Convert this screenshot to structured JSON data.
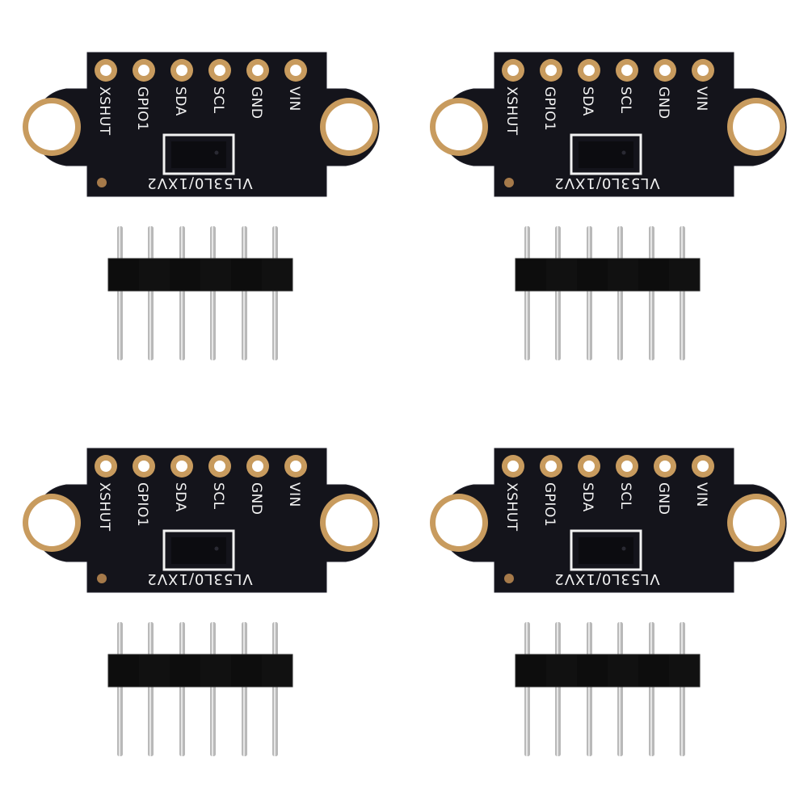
{
  "product_photo": {
    "kits": [
      {
        "pins": [
          "XSHUT",
          "GPIO1",
          "SDA",
          "SCL",
          "GND",
          "VIN"
        ],
        "part": "VL53L0/1XV2"
      },
      {
        "pins": [
          "XSHUT",
          "GPIO1",
          "SDA",
          "SCL",
          "GND",
          "VIN"
        ],
        "part": "VL53L0/1XV2"
      },
      {
        "pins": [
          "XSHUT",
          "GPIO1",
          "SDA",
          "SCL",
          "GND",
          "VIN"
        ],
        "part": "VL53L0/1XV2"
      },
      {
        "pins": [
          "XSHUT",
          "GPIO1",
          "SDA",
          "SCL",
          "GND",
          "VIN"
        ],
        "part": "VL53L0/1XV2"
      }
    ],
    "colors": {
      "background": "#ffffff",
      "pcb": "#14141b",
      "copper": "#c89b5e",
      "header_plastic": "#0d0d0d",
      "pin_metal": "#b9b9b9",
      "silkscreen": "#f2f2f2"
    }
  }
}
